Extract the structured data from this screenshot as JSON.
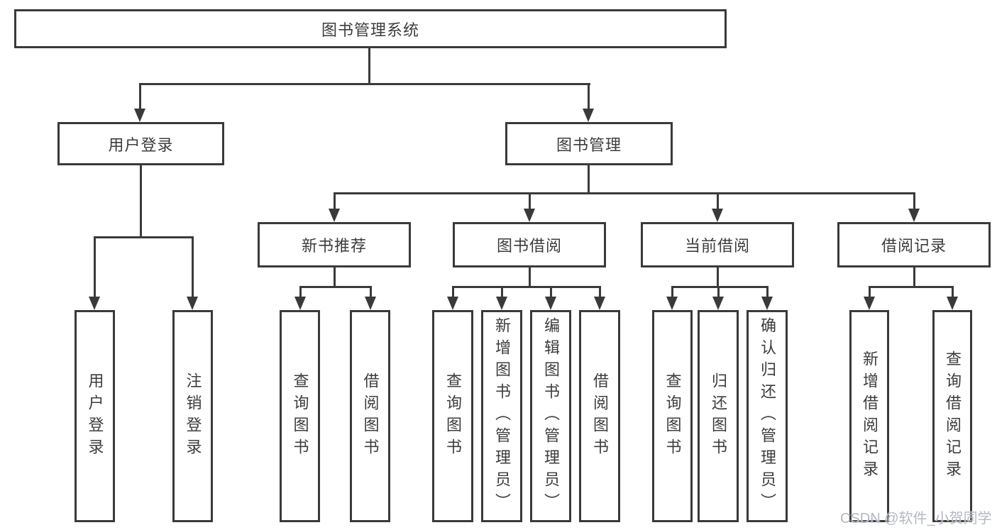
{
  "colors": {
    "background": "#ffffff",
    "line": "#3a3a3a",
    "box_border": "#3a3a3a",
    "text": "#3c3c3c",
    "watermark": "#b4b8c3"
  },
  "diagram": {
    "title": "图书管理系统",
    "branches": [
      {
        "label": "用户登录",
        "children": [
          {
            "label": "用户登录"
          },
          {
            "label": "注销登录"
          }
        ]
      },
      {
        "label": "图书管理",
        "children": [
          {
            "label": "新书推荐",
            "children": [
              {
                "label": "查询图书"
              },
              {
                "label": "借阅图书"
              }
            ]
          },
          {
            "label": "图书借阅",
            "children": [
              {
                "label": "查询图书"
              },
              {
                "label": "新增图书（管理员）"
              },
              {
                "label": "编辑图书（管理员）"
              },
              {
                "label": "借阅图书"
              }
            ]
          },
          {
            "label": "当前借阅",
            "children": [
              {
                "label": "查询图书"
              },
              {
                "label": "归还图书"
              },
              {
                "label": "确认归还（管理员）"
              }
            ]
          },
          {
            "label": "借阅记录",
            "children": [
              {
                "label": "新增借阅记录"
              },
              {
                "label": "查询借阅记录"
              }
            ]
          }
        ]
      }
    ]
  },
  "watermark": {
    "text": "CSDN @软件_小贺同学"
  }
}
